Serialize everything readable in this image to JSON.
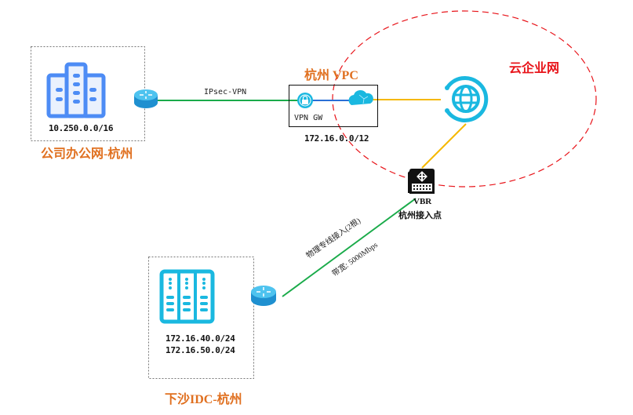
{
  "diagram": {
    "office": {
      "title": "公司办公网-杭州",
      "cidr": "10.250.0.0/16",
      "icon": "office-building-icon"
    },
    "vpc": {
      "title": "杭州 VPC",
      "cidr": "172.16.0.0/12",
      "vpn_gw_label": "VPN GW",
      "icons": [
        "vpn-gateway-icon",
        "cloud-icon"
      ]
    },
    "cen": {
      "title": "云企业网",
      "icon": "cen-globe-icon"
    },
    "vbr": {
      "label": "VBR",
      "sublabel": "杭州接入点",
      "icon": "vbr-router-icon"
    },
    "idc": {
      "title": "下沙IDC-杭州",
      "cidrs": [
        "172.16.40.0/24",
        "172.16.50.0/24"
      ],
      "icon": "server-rack-icon"
    },
    "links": {
      "ipsec": "IPsec-VPN",
      "express_connect": "物理专线接入(2根)",
      "bandwidth": "带宽: 5000Mbps"
    },
    "colors": {
      "orange_title": "#e07020",
      "red_title": "#e8141a",
      "green_link": "#1aab4a",
      "yellow_link": "#f5b800",
      "blue_link": "#2a6fd6",
      "icon_blue": "#4d8cf5",
      "icon_cyan": "#1ab8e0"
    }
  }
}
